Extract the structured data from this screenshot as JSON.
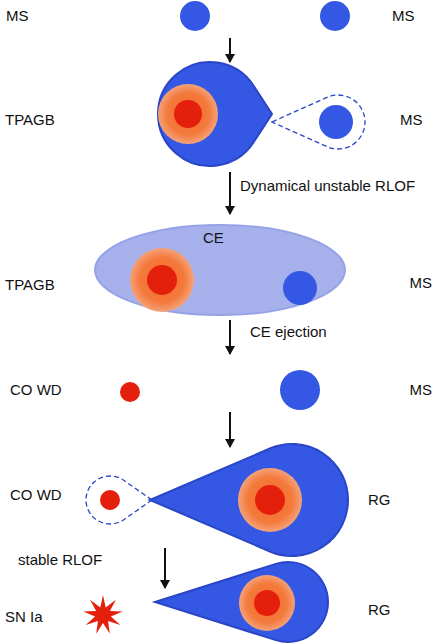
{
  "diagram": {
    "nodes": [
      {
        "text": [
          "MS"
        ]
      },
      {
        "text": [
          "MS"
        ]
      },
      {
        "text": [
          "TPAGB"
        ]
      },
      {
        "text": [
          "MS"
        ]
      },
      {
        "text": [
          "CE"
        ]
      },
      {
        "text": [
          "TPAGB"
        ],
        "in": 4
      },
      {
        "text": [
          "MS"
        ],
        "in": 4
      },
      {
        "text": [
          "CO WD"
        ]
      },
      {
        "text": [
          "MS"
        ]
      },
      {
        "text": [
          "CO WD"
        ]
      },
      {
        "text": [
          "RG"
        ]
      },
      {
        "text": [
          "SN Ia"
        ]
      },
      {
        "text": [
          "RG"
        ]
      }
    ],
    "labels": [
      "Dynamical unstable RLOF",
      "CE ejection",
      "stable RLOF"
    ]
  }
}
